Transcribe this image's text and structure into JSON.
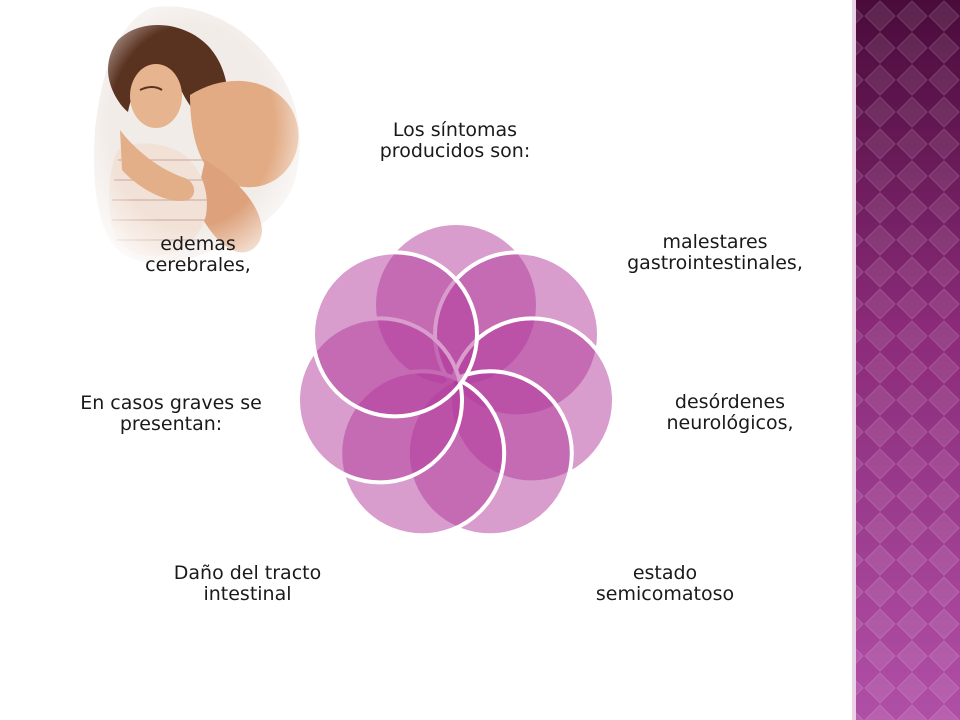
{
  "slide": {
    "labels": {
      "l0": "Los síntomas\nproducidos son:",
      "l1": "malestares\ngastrointestinales,",
      "l2": "desórdenes\nneurológicos,",
      "l3": "estado\nsemicomatoso",
      "l4": "Daño del tracto\nintestinal",
      "l5": "En casos graves se\npresentan:",
      "l6": "edemas\ncerebrales,"
    }
  },
  "colors": {
    "petal_fill": "#b13a9c",
    "petal_stroke": "#ffffff",
    "band_dark": "#4a0b3a",
    "band_light": "#b04fa6",
    "text": "#1a1a1a"
  },
  "icons": {
    "photo": "woman-photo",
    "band": "diamond-pattern-band"
  }
}
